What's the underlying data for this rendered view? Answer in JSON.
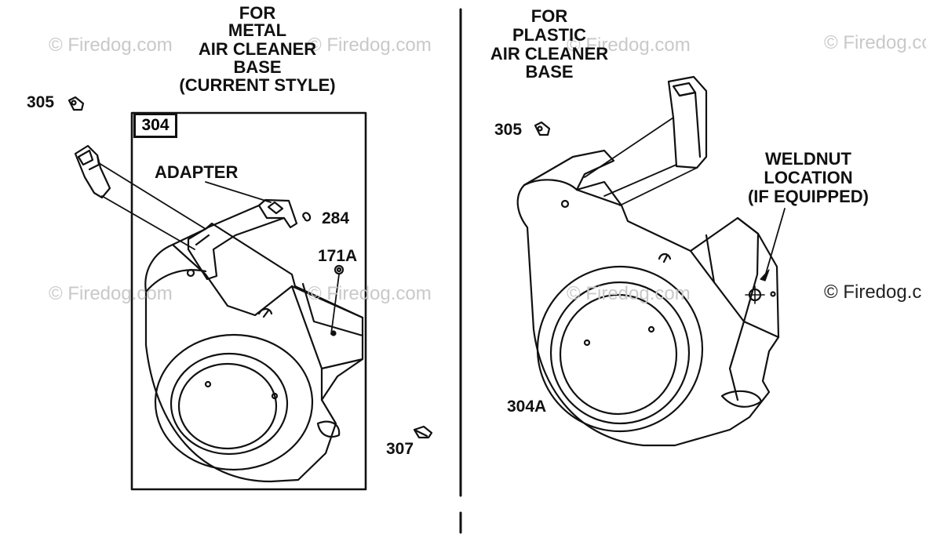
{
  "headings": {
    "left": [
      "FOR",
      "METAL",
      "AIR CLEANER",
      "BASE",
      "(CURRENT STYLE)"
    ],
    "right": [
      "FOR",
      "PLASTIC",
      "AIR CLEANER",
      "BASE"
    ]
  },
  "callouts": {
    "adapter": "ADAPTER",
    "weldnut": [
      "WELDNUT",
      "LOCATION",
      "(IF EQUIPPED)"
    ]
  },
  "parts": {
    "p304": "304",
    "p305_left": "305",
    "p305_right": "305",
    "p284": "284",
    "p171a": "171A",
    "p307": "307",
    "p304a": "304A"
  },
  "watermark": "© Firedog.com",
  "watermark_dark": "© Firedog.c",
  "colors": {
    "line": "#111111",
    "watermark": "#c9c9c9",
    "background": "#ffffff"
  }
}
